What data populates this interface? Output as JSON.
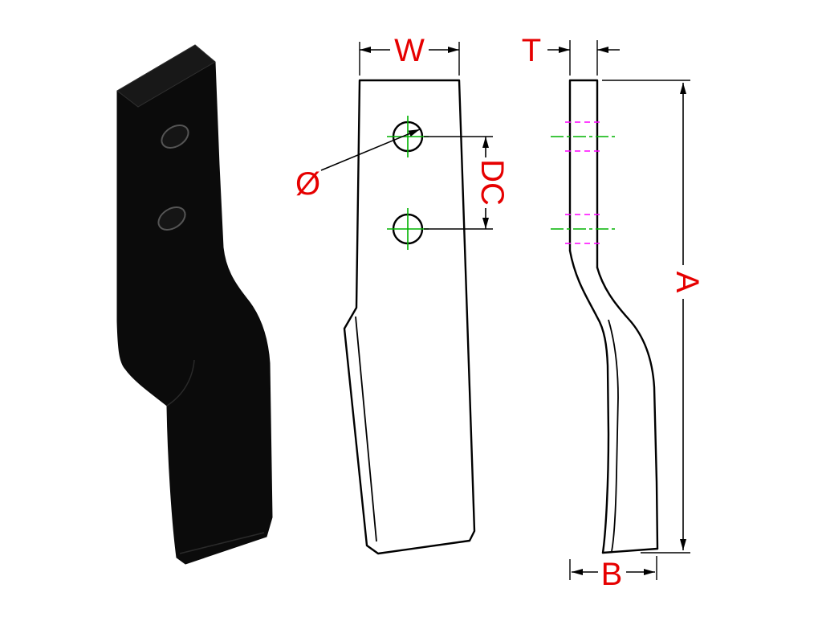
{
  "figure": {
    "labels": {
      "width": "W",
      "thickness": "T",
      "diameter": "Ø",
      "center_distance": "DC",
      "overall_length": "A",
      "blade_offset": "B"
    },
    "colors": {
      "dimension_text": "#e60000",
      "outline": "#000000",
      "centerline_green": "#00b400",
      "hidden_line_magenta": "#ff00ff",
      "solid_part_black": "#0b0b0b",
      "background": "#ffffff"
    }
  }
}
